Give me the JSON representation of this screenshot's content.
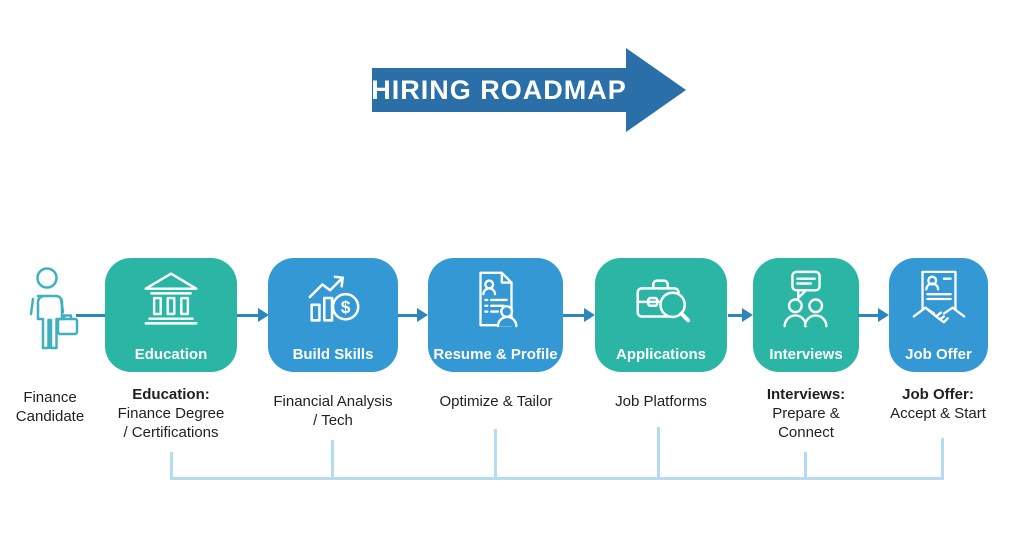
{
  "title": {
    "text": "HIRING ROADMAP"
  },
  "candidate": {
    "icon": "person-briefcase-icon",
    "caption_lines": [
      "Finance",
      "Candidate"
    ]
  },
  "steps": [
    {
      "label": "Education",
      "icon": "bank-icon",
      "color": "teal",
      "caption_bold": "Education:",
      "caption_lines": [
        "Finance Degree",
        "/ Certifications"
      ]
    },
    {
      "label": "Build Skills",
      "icon": "growth-chart-dollar-icon",
      "color": "blue",
      "caption_lines": [
        "Financial Analysis",
        "/ Tech"
      ]
    },
    {
      "label": "Resume & Profile",
      "icon": "resume-document-icon",
      "color": "blue",
      "caption_lines": [
        "Optimize & Tailor"
      ]
    },
    {
      "label": "Applications",
      "icon": "briefcase-magnifier-icon",
      "color": "teal",
      "caption_lines": [
        "Job Platforms"
      ]
    },
    {
      "label": "Interviews",
      "icon": "speech-bubble-people-icon",
      "color": "teal",
      "caption_bold": "Interviews:",
      "caption_lines": [
        "Prepare &",
        "Connect"
      ]
    },
    {
      "label": "Job Offer",
      "icon": "document-handshake-icon",
      "color": "blue",
      "caption_bold": "Job Offer:",
      "caption_lines": [
        "Accept & Start"
      ]
    }
  ],
  "colors": {
    "teal": "#2ab5a5",
    "blue": "#3398d4",
    "arrow": "#2a6fa8",
    "connector": "#2e86c1",
    "person": "#3fb0c0",
    "bracket": "#b3dced",
    "text": "#1f2023"
  }
}
